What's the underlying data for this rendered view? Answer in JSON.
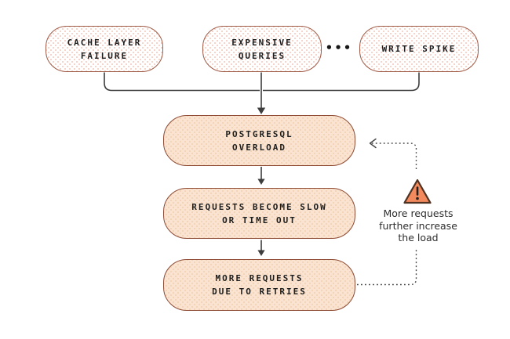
{
  "causes": [
    {
      "label": "CACHE LAYER\nFAILURE"
    },
    {
      "label": "EXPENSIVE\nQUERIES"
    },
    {
      "label": "WRITE SPIKE"
    }
  ],
  "ellipsis": "•••",
  "flow": [
    {
      "label": "POSTGRESQL\nOVERLOAD"
    },
    {
      "label": "REQUESTS BECOME SLOW\nOR TIME OUT"
    },
    {
      "label": "MORE REQUESTS\nDUE TO RETRIES"
    }
  ],
  "feedback": {
    "note": "More requests\nfurther increase\nthe load",
    "icon": "warning-triangle-icon"
  },
  "colors": {
    "cause_border": "#A05B47",
    "cause_fill": "#FFFFFF",
    "cause_dot": "#F2C6BA",
    "flow_border": "#8E4B34",
    "flow_fill": "#FAE4D1",
    "flow_dot": "#F0CFAF",
    "connector": "#3D3D3D",
    "dashed_connector": "#474747",
    "warning_fill": "#F28A5E",
    "warning_border": "#4F3222",
    "text": "#1E1E1E",
    "background": "#FFFFFF"
  }
}
